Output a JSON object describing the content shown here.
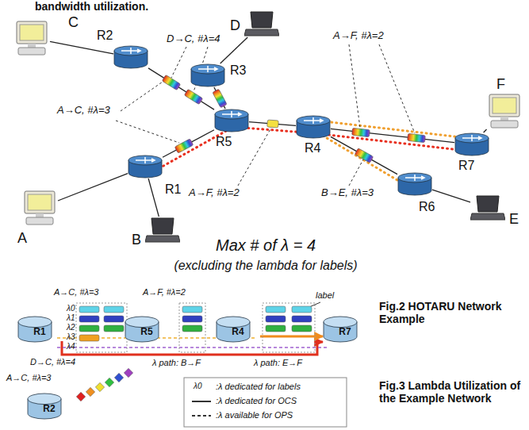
{
  "diagram": {
    "nodes": [
      {
        "text": [
          "R1"
        ]
      },
      {
        "text": [
          "R2"
        ]
      },
      {
        "text": [
          "R3"
        ]
      },
      {
        "text": [
          "R4"
        ]
      },
      {
        "text": [
          "R5"
        ]
      },
      {
        "text": [
          "R6"
        ]
      },
      {
        "text": [
          "R7"
        ]
      },
      {
        "text": [
          "A"
        ]
      },
      {
        "text": [
          "B"
        ]
      },
      {
        "text": [
          "C"
        ]
      },
      {
        "text": [
          "D"
        ]
      },
      {
        "text": [
          "E"
        ]
      },
      {
        "text": [
          "F"
        ]
      },
      {
        "text": [
          "R1"
        ]
      },
      {
        "text": [
          "R5"
        ]
      },
      {
        "text": [
          "R4"
        ]
      },
      {
        "text": [
          "R7"
        ]
      },
      {
        "text": [
          "R2"
        ]
      }
    ],
    "edges": [
      {
        "from": 7,
        "to": 0,
        "arrow": "none"
      },
      {
        "from": 8,
        "to": 0,
        "arrow": "none"
      },
      {
        "from": 9,
        "to": 1,
        "arrow": "none"
      },
      {
        "from": 10,
        "to": 2,
        "arrow": "none"
      },
      {
        "from": 1,
        "to": 4,
        "arrow": "none"
      },
      {
        "from": 2,
        "to": 4,
        "arrow": "none"
      },
      {
        "from": 0,
        "to": 4,
        "arrow": "none"
      },
      {
        "from": 4,
        "to": 3,
        "arrow": "none"
      },
      {
        "from": 3,
        "to": 6,
        "arrow": "none"
      },
      {
        "from": 3,
        "to": 5,
        "arrow": "none"
      },
      {
        "from": 12,
        "to": 6,
        "arrow": "none"
      },
      {
        "from": 11,
        "to": 5,
        "arrow": "none"
      },
      {
        "from": 13,
        "to": 16,
        "label": "λ path: B→F",
        "arrow": "to"
      },
      {
        "from": 15,
        "to": 16,
        "label": "λ path: E→F",
        "arrow": "to"
      }
    ],
    "labels": [
      "bandwidth utilization.",
      "D→C, #λ=4",
      "A→F, #λ=2",
      "A→C, #λ=3",
      "A→F, #λ=2",
      "B→E, #λ=3",
      "Max # of λ = 4",
      "(excluding the lambda for labels)",
      "Fig.2 HOTARU Network Example",
      "A→C, #λ=3",
      "A→F, #λ=2",
      "label",
      "λ0",
      "λ1",
      "λ2",
      "λ3",
      "λ4",
      "D→C, #λ=4",
      "A→C, #λ=3",
      "λ0",
      "Fig.3 Lambda Utilization of the Example Network"
    ],
    "legend": [
      {
        "text": ":λ dedicated for labels"
      },
      {
        "text": ":λ dedicated for OCS"
      },
      {
        "text": ":λ available for OPS"
      }
    ]
  }
}
